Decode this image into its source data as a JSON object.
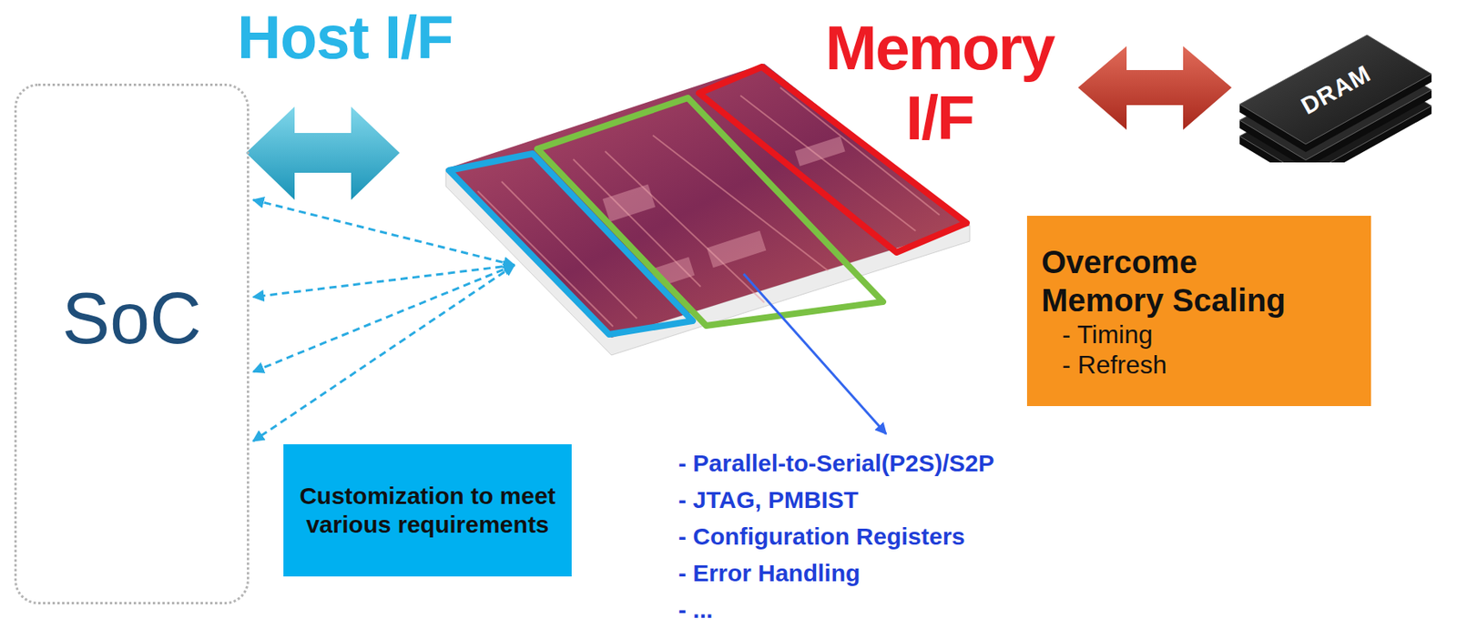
{
  "diagram": {
    "nodes": [
      {
        "text": [
          "SoC"
        ]
      },
      {
        "text": [
          "DRAM"
        ]
      },
      {
        "text": [
          "Overcome Memory Scaling",
          "- Timing",
          "- Refresh"
        ]
      },
      {
        "text": [
          "Customization to meet various requirements"
        ]
      }
    ],
    "labels": [
      "Host I/F",
      "Memory I/F",
      "- Parallel-to-Serial(P2S)/S2P",
      "- JTAG, PMBIST",
      "- Configuration Registers",
      "- Error Handling",
      "- ..."
    ]
  }
}
